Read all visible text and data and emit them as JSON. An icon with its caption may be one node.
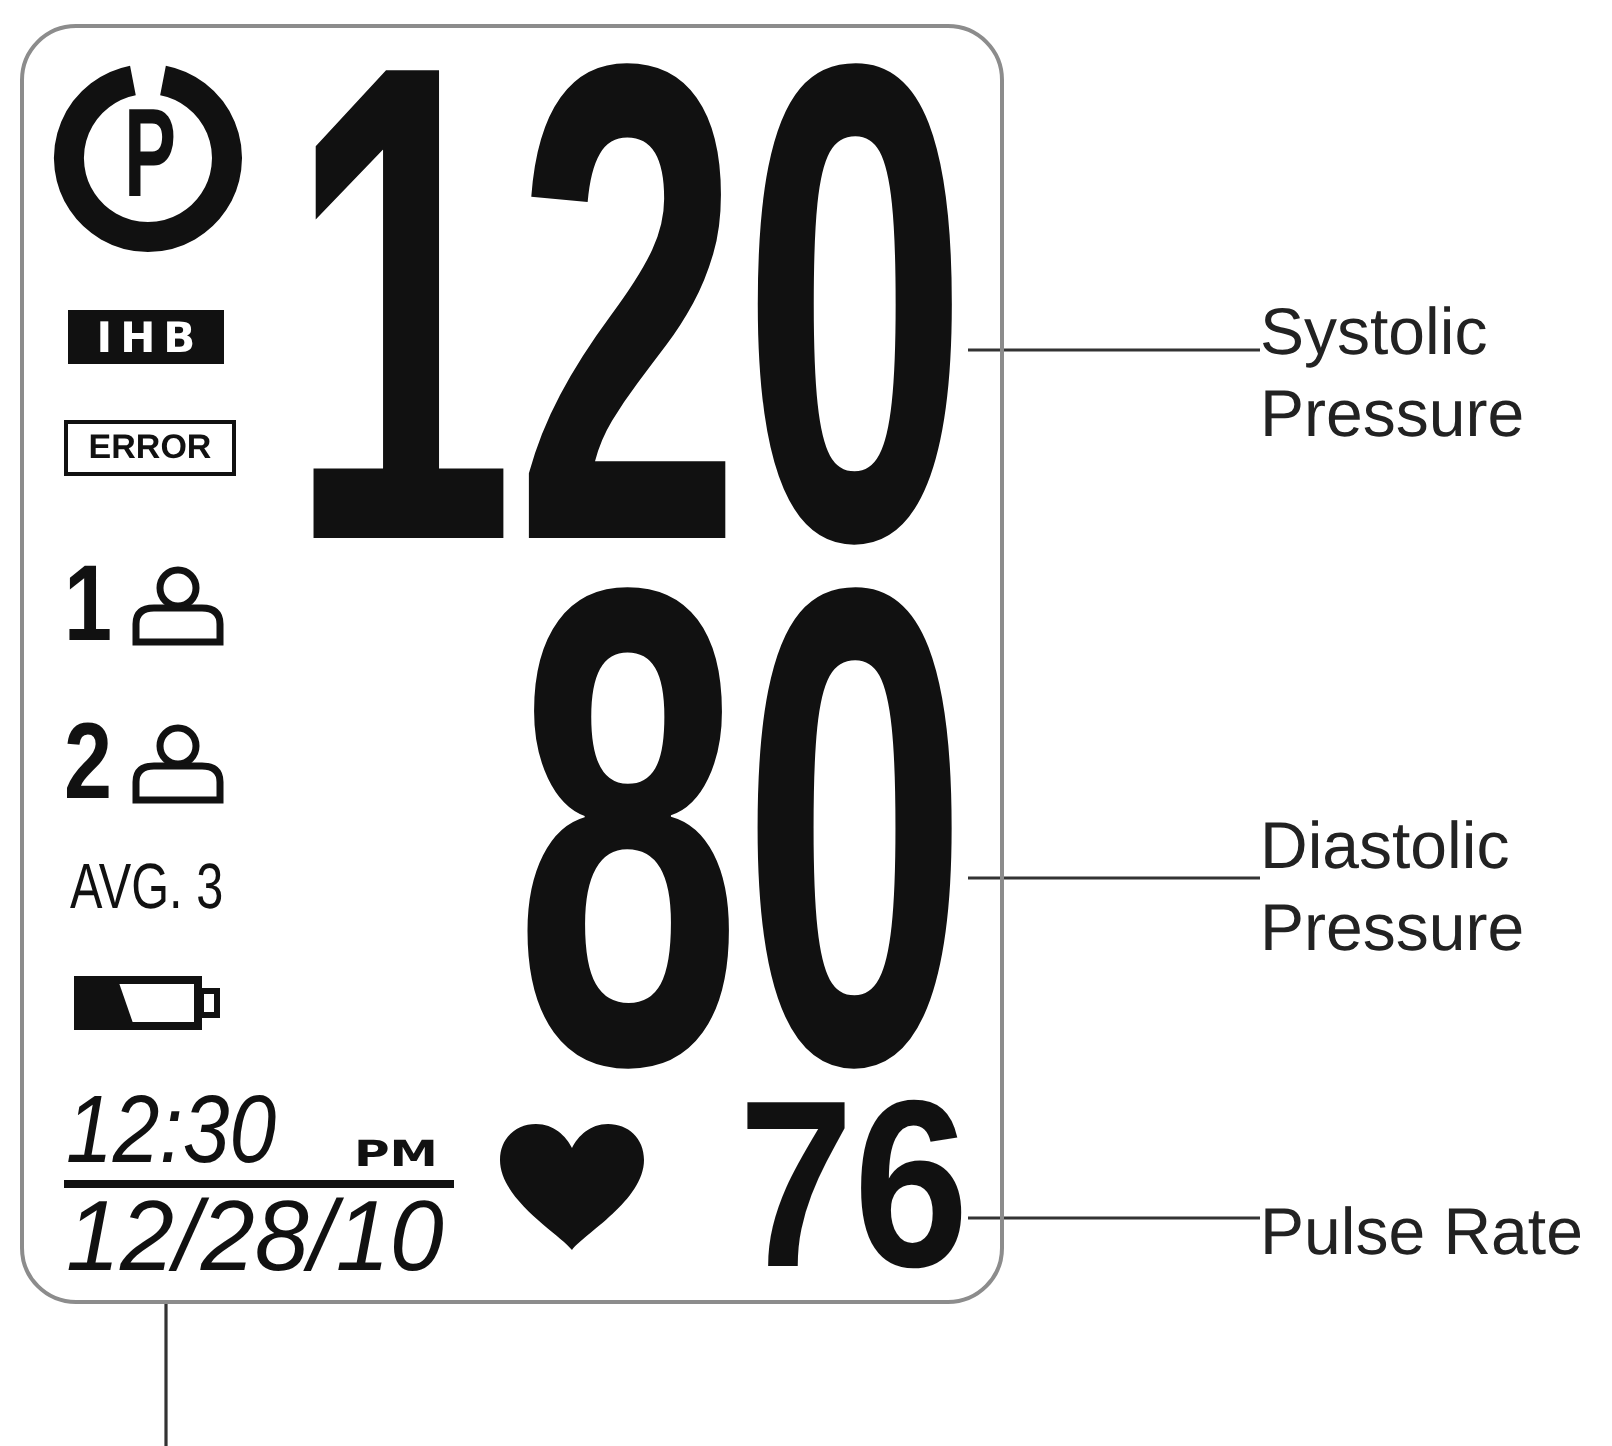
{
  "diagram": {
    "nodes": [
      {
        "text": [],
        "shape": "box"
      },
      {
        "text": [
          "IHB"
        ],
        "in": 0
      },
      {
        "text": [
          "ERROR"
        ],
        "in": 0
      },
      {
        "text": [
          "120"
        ],
        "in": 0
      },
      {
        "text": [
          "80"
        ],
        "in": 0
      },
      {
        "text": [
          "12:30",
          "PM",
          "12/28/10"
        ],
        "in": 0
      },
      {
        "text": [
          "76"
        ],
        "in": 0
      },
      {
        "text": [
          "Systolic Pressure"
        ]
      },
      {
        "text": [
          "Diastolic Pressure"
        ]
      },
      {
        "text": [
          "Pulse Rate"
        ]
      }
    ],
    "edges": [
      {
        "from": 7,
        "to": 3,
        "arrow": "none"
      },
      {
        "from": 8,
        "to": 4,
        "arrow": "none"
      },
      {
        "from": 9,
        "to": 6,
        "arrow": "none"
      },
      {
        "from": null,
        "to": 5,
        "arrow": "none"
      }
    ],
    "labels": [
      "P",
      "1",
      "2",
      "AVG. 3"
    ]
  }
}
